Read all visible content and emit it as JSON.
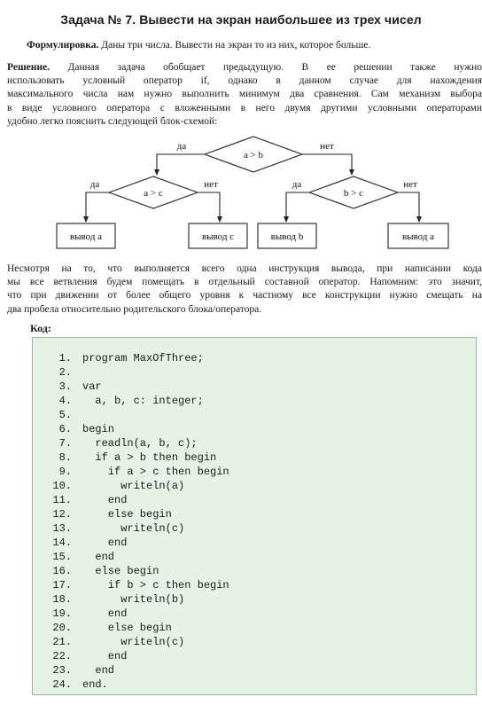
{
  "document": {
    "title": "Задача № 7. Вывести на экран наибольшее из трех чисел",
    "formulation": {
      "label": "Формулировка.",
      "text": " Даны три числа. Вывести на экран то из них, которое больше."
    },
    "solution": {
      "label": "Решение.",
      "lines": [
        " Данная задача обобщает предыдущую. В ее решении также нужно",
        "использовать условный оператор if, однако в данном случае для нахождения",
        "максимального числа нам нужно выполнить минимум два сравнения. Сам механизм выбора",
        "в виде условного оператора с вложенными в него двумя другими условными операторами",
        "удобно легко пояснить следующей блок-схемой:"
      ]
    },
    "note_lines": [
      "Несмотря на то, что выполняется всего одна инструкция вывода, при написании кода",
      "мы все ветвления будем помещать в отдельный составной оператор. Напомним: это значит,",
      "что при движении от более общего уровня к частному все конструкции нужно смещать на",
      "два пробела относительно родительского блока/оператора."
    ],
    "code_heading": "Код:"
  },
  "flowchart": {
    "top_condition": "a > b",
    "left_condition": "a > c",
    "right_condition": "b > c",
    "yes_label": "да",
    "no_label": "нет",
    "outputs": [
      "вывод a",
      "вывод c",
      "вывод b",
      "вывод a"
    ]
  },
  "code": [
    {
      "num": "1.",
      "text": "program MaxOfThree;"
    },
    {
      "num": "2.",
      "text": ""
    },
    {
      "num": "3.",
      "text": "var"
    },
    {
      "num": "4.",
      "text": "  a, b, c: integer;"
    },
    {
      "num": "5.",
      "text": ""
    },
    {
      "num": "6.",
      "text": "begin"
    },
    {
      "num": "7.",
      "text": "  readln(a, b, c);"
    },
    {
      "num": "8.",
      "text": "  if a > b then begin"
    },
    {
      "num": "9.",
      "text": "    if a > c then begin"
    },
    {
      "num": "10.",
      "text": "      writeln(a)"
    },
    {
      "num": "11.",
      "text": "    end"
    },
    {
      "num": "12.",
      "text": "    else begin"
    },
    {
      "num": "13.",
      "text": "      writeln(c)"
    },
    {
      "num": "14.",
      "text": "    end"
    },
    {
      "num": "15.",
      "text": "  end"
    },
    {
      "num": "16.",
      "text": "  else begin"
    },
    {
      "num": "17.",
      "text": "    if b > c then begin"
    },
    {
      "num": "18.",
      "text": "      writeln(b)"
    },
    {
      "num": "19.",
      "text": "    end"
    },
    {
      "num": "20.",
      "text": "    else begin"
    },
    {
      "num": "21.",
      "text": "      writeln(c)"
    },
    {
      "num": "22.",
      "text": "    end"
    },
    {
      "num": "23.",
      "text": "  end"
    },
    {
      "num": "24.",
      "text": "end."
    }
  ]
}
